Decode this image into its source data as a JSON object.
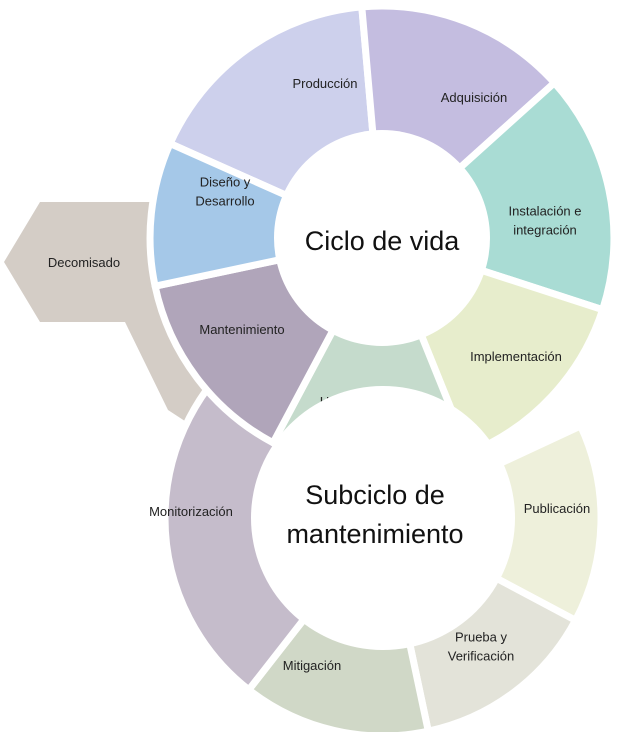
{
  "main_cycle": {
    "title": "Ciclo de vida",
    "stages": [
      {
        "label_lines": [
          "Producción"
        ],
        "color": "#cdd0ec"
      },
      {
        "label_lines": [
          "Adquisición"
        ],
        "color": "#c4bde0"
      },
      {
        "label_lines": [
          "Instalación e",
          "integración"
        ],
        "color": "#a9dcd4"
      },
      {
        "label_lines": [
          "Implementación"
        ],
        "color": "#e7edcc"
      },
      {
        "label_lines": [
          "Uso operativo"
        ],
        "color": "#c5dbcc"
      },
      {
        "label_lines": [
          "Mantenimiento"
        ],
        "color": "#b0a5ba"
      },
      {
        "label_lines": [
          "Diseño y",
          "Desarrollo"
        ],
        "color": "#a5c8e8"
      }
    ]
  },
  "maintenance_subcycle": {
    "title_lines": [
      "Subciclo de",
      "mantenimiento"
    ],
    "stages": [
      {
        "label_lines": [
          "Publicación"
        ],
        "color": "#eef0db"
      },
      {
        "label_lines": [
          "Prueba y",
          "Verificación"
        ],
        "color": "#e3e3d9"
      },
      {
        "label_lines": [
          "Mitigación"
        ],
        "color": "#d0d8c7"
      },
      {
        "label_lines": [
          "Monitorización"
        ],
        "color": "#c5bccb"
      }
    ]
  },
  "decommission": {
    "label": "Decomisado",
    "color": "#d4cdc6"
  }
}
